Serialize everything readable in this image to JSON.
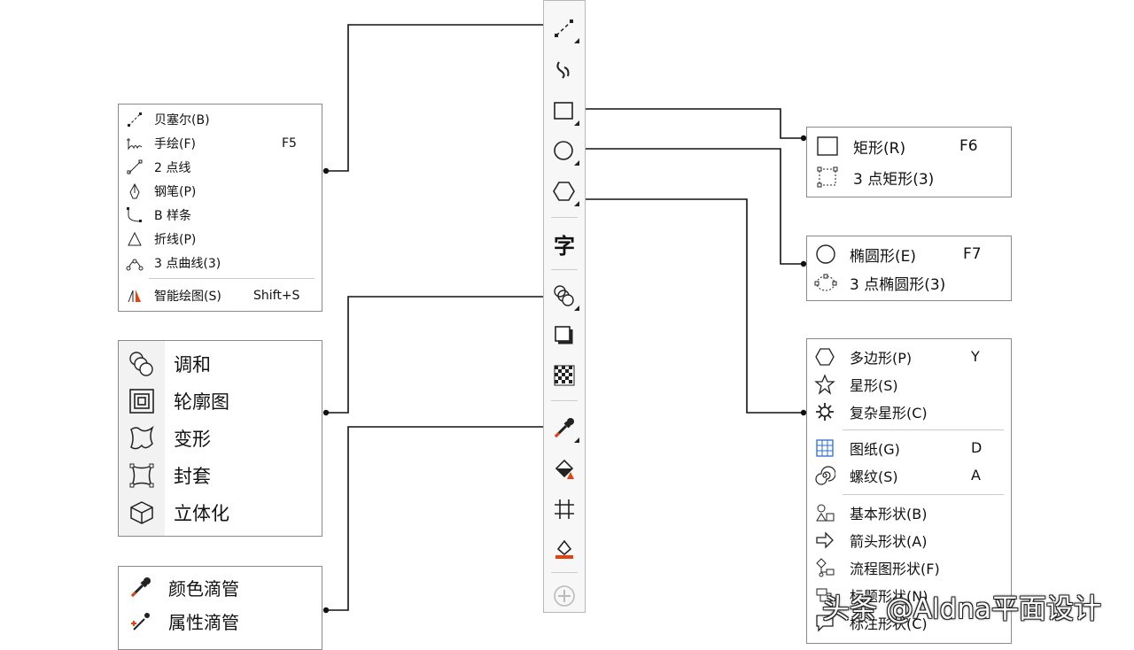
{
  "curves_menu": {
    "items": [
      {
        "label": "贝塞尔(B)",
        "shortcut": "",
        "icon": "bezier-icon"
      },
      {
        "label": "手绘(F)",
        "shortcut": "F5",
        "icon": "freehand-icon"
      },
      {
        "label": "2 点线",
        "shortcut": "",
        "icon": "two-point-line-icon"
      },
      {
        "label": "钢笔(P)",
        "shortcut": "",
        "icon": "pen-icon"
      },
      {
        "label": "B 样条",
        "shortcut": "",
        "icon": "bspline-icon"
      },
      {
        "label": "折线(P)",
        "shortcut": "",
        "icon": "polyline-icon"
      },
      {
        "label": "3 点曲线(3)",
        "shortcut": "",
        "icon": "three-point-curve-icon"
      },
      {
        "label": "智能绘图(S)",
        "shortcut": "Shift+S",
        "icon": "smart-drawing-icon"
      }
    ]
  },
  "effects_menu": {
    "items": [
      {
        "label": "调和",
        "icon": "blend-icon"
      },
      {
        "label": "轮廓图",
        "icon": "contour-icon"
      },
      {
        "label": "变形",
        "icon": "distort-icon"
      },
      {
        "label": "封套",
        "icon": "envelope-icon"
      },
      {
        "label": "立体化",
        "icon": "extrude-icon"
      }
    ]
  },
  "eyedropper_menu": {
    "items": [
      {
        "label": "颜色滴管",
        "icon": "color-eyedropper-icon"
      },
      {
        "label": "属性滴管",
        "icon": "attributes-eyedropper-icon"
      }
    ]
  },
  "rectangle_menu": {
    "items": [
      {
        "label": "矩形(R)",
        "shortcut": "F6",
        "icon": "rectangle-icon"
      },
      {
        "label": "3 点矩形(3)",
        "shortcut": "",
        "icon": "three-point-rectangle-icon"
      }
    ]
  },
  "ellipse_menu": {
    "items": [
      {
        "label": "椭圆形(E)",
        "shortcut": "F7",
        "icon": "ellipse-icon"
      },
      {
        "label": "3 点椭圆形(3)",
        "shortcut": "",
        "icon": "three-point-ellipse-icon"
      }
    ]
  },
  "polygon_menu": {
    "items": [
      {
        "label": "多边形(P)",
        "shortcut": "Y",
        "icon": "polygon-icon"
      },
      {
        "label": "星形(S)",
        "shortcut": "",
        "icon": "star-icon"
      },
      {
        "label": "复杂星形(C)",
        "shortcut": "",
        "icon": "complex-star-icon"
      },
      {
        "label": "图纸(G)",
        "shortcut": "D",
        "icon": "graph-paper-icon"
      },
      {
        "label": "螺纹(S)",
        "shortcut": "A",
        "icon": "spiral-icon"
      },
      {
        "label": "基本形状(B)",
        "shortcut": "",
        "icon": "basic-shapes-icon"
      },
      {
        "label": "箭头形状(A)",
        "shortcut": "",
        "icon": "arrow-shapes-icon"
      },
      {
        "label": "流程图形状(F)",
        "shortcut": "",
        "icon": "flowchart-shapes-icon"
      },
      {
        "label": "标题形状(N)",
        "shortcut": "",
        "icon": "banner-shapes-icon"
      },
      {
        "label": "标注形状(C)",
        "shortcut": "",
        "icon": "callout-shapes-icon"
      }
    ]
  },
  "toolbar": {
    "text_tool_glyph": "字",
    "tools": [
      "bezier-tool-icon",
      "artistic-media-icon",
      "rectangle-tool-icon",
      "ellipse-tool-icon",
      "polygon-tool-icon",
      "text-tool-icon",
      "blend-tool-icon",
      "drop-shadow-icon",
      "transparency-icon",
      "eyedropper-tool-icon",
      "interactive-fill-icon",
      "mesh-fill-icon",
      "smart-fill-icon",
      "add-tool-icon"
    ]
  },
  "watermark": "头条 @Aldna平面设计",
  "colors": {
    "line": "#111111",
    "accent": "#e8410f",
    "border": "#8a8a8a"
  }
}
